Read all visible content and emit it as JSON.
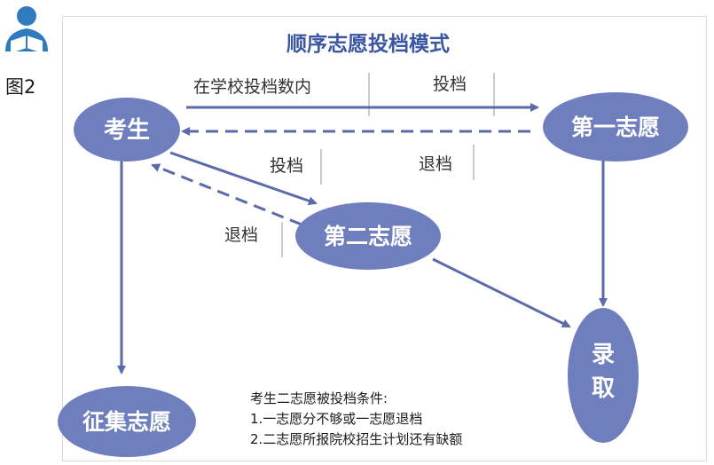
{
  "figure_label": "图2",
  "title": "顺序志愿投档模式",
  "colors": {
    "node_fill": "#6f7fbd",
    "arrow": "#5a6aaa",
    "title": "#3b57a3",
    "icon": "#2e7bc0"
  },
  "nodes": {
    "candidate": "考生",
    "first_choice": "第一志愿",
    "second_choice": "第二志愿",
    "admit": "录取",
    "solicit": "征集志愿"
  },
  "edge_labels": {
    "within_count": "在学校投档数内",
    "submit_first": "投档",
    "return_first": "退档",
    "submit_second": "投档",
    "return_second": "退档"
  },
  "note": {
    "heading": "考生二志愿被投档条件:",
    "items": [
      "1.一志愿分不够或一志愿退档",
      "2.二志愿所报院校招生计划还有缺额"
    ]
  },
  "watermark": "",
  "icons": [
    "reader-icon"
  ]
}
